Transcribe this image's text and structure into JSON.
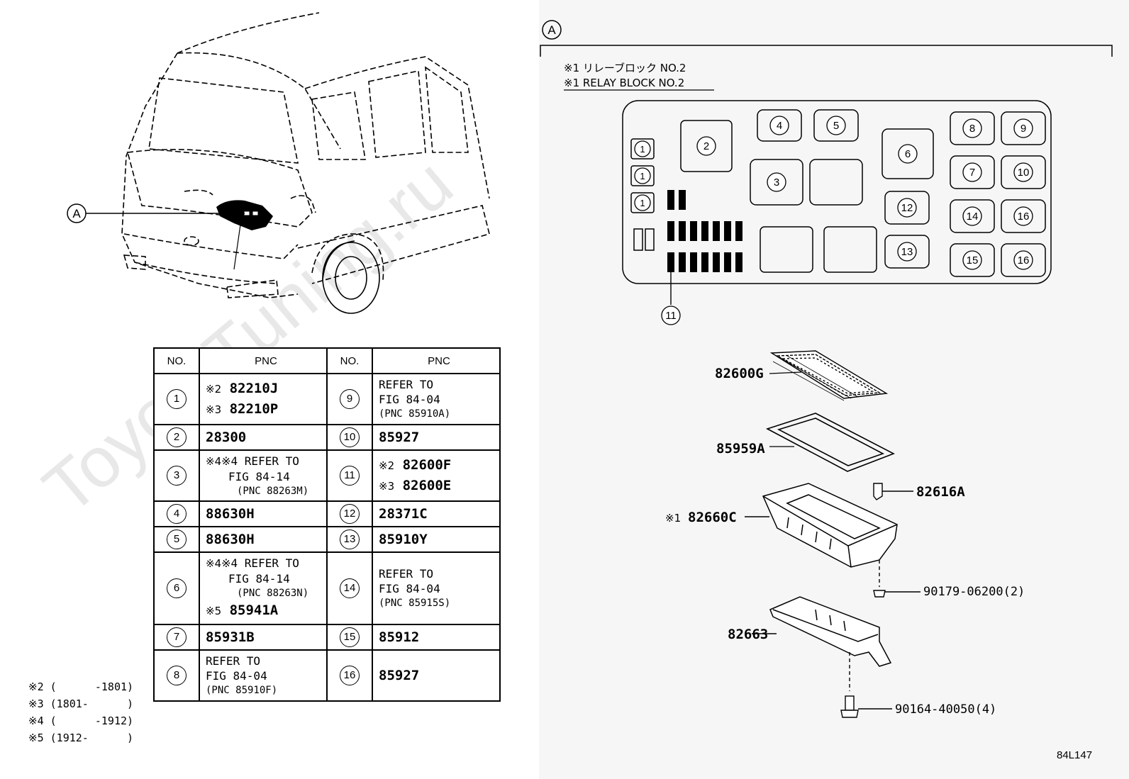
{
  "callout_A": "A",
  "watermark": "ToyotaTuning.ru",
  "relay_block": {
    "title_jp": "※1 リレーブロック NO.2",
    "title_en": "※1 RELAY BLOCK NO.2"
  },
  "table": {
    "headers": [
      "NO.",
      "PNC",
      "NO.",
      "PNC"
    ],
    "rows": [
      {
        "l_no": "1",
        "l_lines": [
          "※2 82210J",
          "※3 82210P"
        ],
        "r_no": "9",
        "r_lines": [
          "REFER TO",
          "FIG 84-04",
          "(PNC 85910A)"
        ]
      },
      {
        "l_no": "2",
        "l_lines": [
          "28300"
        ],
        "r_no": "10",
        "r_lines": [
          "85927"
        ]
      },
      {
        "l_no": "3",
        "l_lines": [
          "※4 REFER TO",
          "FIG 84-14",
          "(PNC 88263M)"
        ],
        "r_no": "11",
        "r_lines": [
          "※2 82600F",
          "※3 82600E"
        ]
      },
      {
        "l_no": "4",
        "l_lines": [
          "88630H"
        ],
        "r_no": "12",
        "r_lines": [
          "28371C"
        ]
      },
      {
        "l_no": "5",
        "l_lines": [
          "88630H"
        ],
        "r_no": "13",
        "r_lines": [
          "85910Y"
        ]
      },
      {
        "l_no": "6",
        "l_lines": [
          "※4 REFER TO",
          "FIG 84-14",
          "(PNC 88263N)",
          "※5 85941A"
        ],
        "r_no": "14",
        "r_lines": [
          "REFER TO",
          "FIG 84-04",
          "(PNC 85915S)"
        ]
      },
      {
        "l_no": "7",
        "l_lines": [
          "85931B"
        ],
        "r_no": "15",
        "r_lines": [
          "85912"
        ]
      },
      {
        "l_no": "8",
        "l_lines": [
          "REFER TO",
          "FIG 84-04",
          "(PNC 85910F)"
        ],
        "r_no": "16",
        "r_lines": [
          "85927"
        ]
      }
    ]
  },
  "notes": [
    "※2 (      -1801)",
    "※3 (1801-      )",
    "※4 (      -1912)",
    "※5 (1912-      )"
  ],
  "parts": {
    "cover": "82600G",
    "gasket": "85959A",
    "clip": "82616A",
    "block": "82660C",
    "block_mark": "※1",
    "nut": "90179-06200(2)",
    "bracket": "82663",
    "bolt": "90164-40050(4)"
  },
  "fig_code": "84L147"
}
